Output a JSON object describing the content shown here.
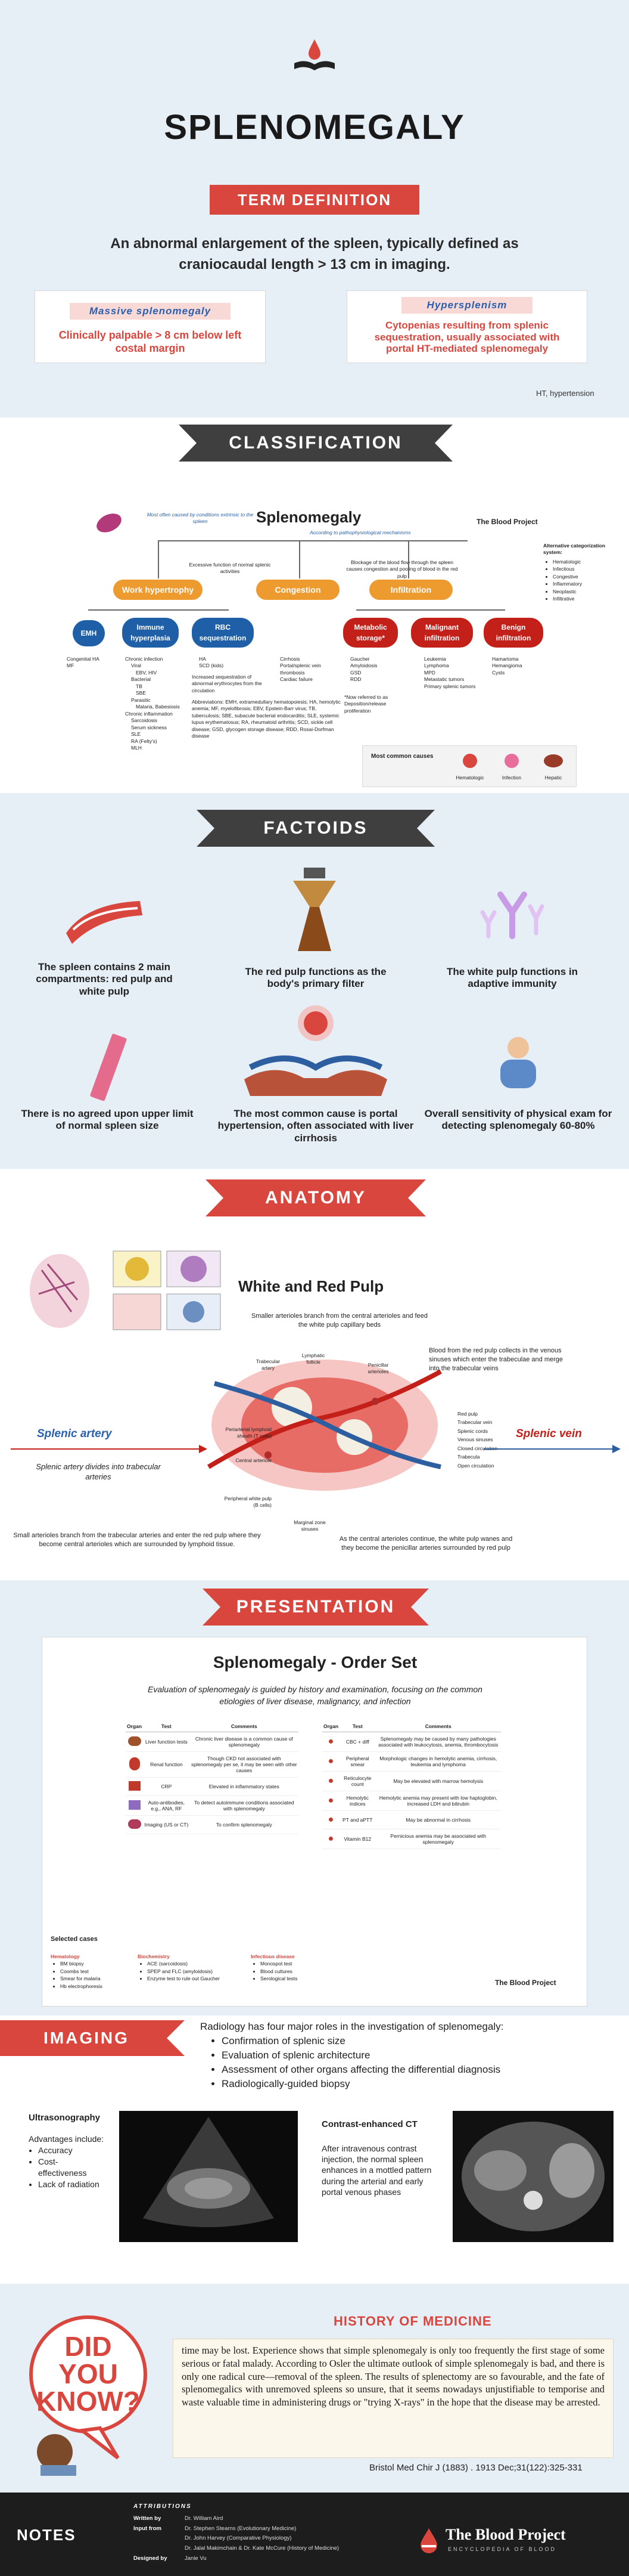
{
  "header": {
    "title": "SPLENOMEGALY"
  },
  "term": {
    "ribbon": "TERM DEFINITION",
    "definition": "An abnormal enlargement of the spleen, typically defined as craniocaudal length > 13 cm in imaging.",
    "massive_title": "Massive splenomegaly",
    "massive_text": "Clinically palpable > 8 cm below left costal margin",
    "hyper_title": "Hypersplenism",
    "hyper_text": "Cytopenias resulting from splenic sequestration, usually associated with portal HT-mediated splenomegaly",
    "footnote": "HT, hypertension"
  },
  "classification": {
    "ribbon": "CLASSIFICATION",
    "title": "Splenomegaly",
    "subtitle": "According to pathophysiological mechanisms",
    "note_left": "Most often caused by conditions extrinsic to the spleen",
    "brand": "The Blood Project",
    "mechanisms": [
      "Work hypertrophy",
      "Congestion",
      "Infiltration"
    ],
    "mech_notes": [
      "Excessive function of normal splenic activities",
      "Blockage of the blood flow through the spleen causes congestion and pooling of blood in the red pulp"
    ],
    "sub_blue": [
      "EMH",
      "Immune hyperplasia",
      "RBC sequestration"
    ],
    "sub_red": [
      "Metabolic storage*",
      "Malignant infiltration",
      "Benign infiltration"
    ],
    "emh_list": [
      "Congenital HA",
      "MF"
    ],
    "immune_list": [
      "Chronic infection",
      "Viral",
      "EBV, HIV",
      "Bacterial",
      "TB",
      "SBE",
      "Parasitic",
      "Malaria, Babesiosis",
      "Chronic inflammation",
      "Sarcoidosis",
      "Serum sickness",
      "SLE",
      "RA (Felty's)",
      "MLH"
    ],
    "rbc_list": [
      "HA",
      "SCD (kids)"
    ],
    "rbc_note": "Increased sequestration of abnormal erythrocytes from the circulation",
    "cong_list": [
      "Cirrhosis",
      "Portal/splenic vein thrombosis",
      "Cardiac failure"
    ],
    "meta_list": [
      "Gaucher",
      "Amyloidosis",
      "GSD",
      "RDD"
    ],
    "meta_note": "*Now referred to as Deposition/release proliferation",
    "malig_list": [
      "Leukemia",
      "Lymphoma",
      "MPD",
      "Metastatic tumors",
      "Primary splenic tumors"
    ],
    "benign_list": [
      "Hamartoma",
      "Hemangioma",
      "Cysts"
    ],
    "abbrev": "Abbreviations: EMH, extramedullary hematopoiesis; HA, hemolytic anemia; MF, myelofibrosis; EBV, Epstein-Barr virus; TB, tuberculosis; SBE, subacute bacterial endocarditis; SLE, systemic lupus erythematosus; RA, rheumatoid arthritis; SCD, sickle cell disease; GSD, glycogen storage disease; RDD, Rosai-Dorfman disease",
    "alt_title": "Alternative categorization system:",
    "alt_list": [
      "Hematologic",
      "Infectious",
      "Congestive",
      "Inflammatory",
      "Neoplastic",
      "Infiltrative"
    ],
    "common_title": "Most common causes",
    "common_list": [
      "Hematologic",
      "Infection",
      "Hepatic"
    ]
  },
  "factoids": {
    "ribbon": "FACTOIDS",
    "items": [
      "The spleen contains 2 main compartments: red pulp and white pulp",
      "The red pulp functions as the body's primary filter",
      "The white pulp functions in adaptive immunity",
      "There is no agreed upon upper limit of normal spleen size",
      "The most common cause is portal hypertension, often associated with liver cirrhosis",
      "Overall sensitivity of physical exam for detecting splenomegaly 60-80%"
    ]
  },
  "anatomy": {
    "ribbon": "ANATOMY",
    "title": "White and Red Pulp",
    "top_text": "Smaller arterioles branch from the central arterioles and feed the white pulp capillary beds",
    "right_text": "Blood from the red pulp collects in the venous sinuses which enter the trabeculae and merge into the trabecular veins",
    "artery_label": "Splenic artery",
    "artery_text": "Splenic artery divides into trabecular arteries",
    "vein_label": "Splenic vein",
    "bottom_left": "Small arterioles branch from the trabecular arteries and enter the red pulp where they become central arterioles which are surrounded by lymphoid tissue.",
    "bottom_right": "As the central arterioles continue, the white pulp wanes and they become the penicillar arteries surrounded by red pulp",
    "labels_left": [
      "Trabecular artery",
      "Lymphatic follicle",
      "Periarterial lymphoid sheath (T cells)",
      "Central arteriole",
      "Peripheral white pulp (B cells)"
    ],
    "labels_mid": [
      "Marginal zone sinuses",
      "Penicillar arterioles"
    ],
    "labels_right": [
      "Red pulp",
      "Trabecular vein",
      "Splenic cords",
      "Venous sinuses",
      "Closed circulation",
      "Trabecula",
      "Open circulation"
    ]
  },
  "presentation": {
    "ribbon": "PRESENTATION",
    "title": "Splenomegaly - Order Set",
    "subtitle": "Evaluation of splenomegaly is guided by history and examination, focusing on the common etiologies of liver disease, malignancy, and infection",
    "left_headers": [
      "Organ",
      "Test",
      "Comments"
    ],
    "left_rows": [
      [
        "Liver function tests",
        "Chronic liver disease is a common cause of splenomegaly"
      ],
      [
        "Renal function",
        "Though CKD not associated with splenomegaly per se, it may be seen with other causes"
      ],
      [
        "CRP",
        "Elevated in inflammatory states"
      ],
      [
        "Auto-antibodies, e.g., ANA, RF",
        "To detect autoimmune conditions associated with splenomegaly"
      ],
      [
        "Imaging (US or CT)",
        "To confirm splenomegaly"
      ]
    ],
    "right_rows": [
      [
        "CBC + diff",
        "Splenomegaly may be caused by many pathologies associated with leukocytosis, anemia, thrombocytosis"
      ],
      [
        "Peripheral smear",
        "Morphologic changes in hemolytic anemia, cirrhosis, leukemia and lymphoma"
      ],
      [
        "Reticulocyte count",
        "May be elevated with marrow hemolysis"
      ],
      [
        "Hemolytic indices",
        "Hemolytic anemia may present with low haptoglobin, increased LDH and bilirubin"
      ],
      [
        "PT and aPTT",
        "May be abnormal in cirrhosis"
      ],
      [
        "Vitamin B12",
        "Pernicious anemia may be associated with splenomegaly"
      ]
    ],
    "selected_title": "Selected cases",
    "cases": [
      {
        "title": "Hematology",
        "items": [
          "BM biopsy",
          "Coombs test",
          "Smear for malaria",
          "Hb electrophoresis"
        ]
      },
      {
        "title": "Biochemistry",
        "items": [
          "ACE (sarcoidosis)",
          "SPEP and FLC (amyloidosis)",
          "Enzyme test to rule out Gaucher"
        ]
      },
      {
        "title": "Infectious disease",
        "items": [
          "Monospot test",
          "Blood cultures",
          "Serological tests"
        ]
      }
    ]
  },
  "imaging": {
    "ribbon": "IMAGING",
    "intro": "Radiology has four major roles in the investigation of splenomegaly:",
    "roles": [
      "Confirmation of splenic size",
      "Evaluation of splenic architecture",
      "Assessment of other organs affecting the differential diagnosis",
      "Radiologically-guided biopsy"
    ],
    "us_title": "Ultrasonography",
    "us_adv": "Advantages include:",
    "us_list": [
      "Accuracy",
      "Cost-effectiveness",
      "Lack of radiation"
    ],
    "ct_title": "Contrast-enhanced CT",
    "ct_text": "After intravenous contrast injection, the normal spleen enhances in a mottled pattern during the arterial and early portal venous phases"
  },
  "history": {
    "title": "HISTORY OF MEDICINE",
    "bubble": [
      "DID",
      "YOU",
      "KNOW?"
    ],
    "quote": "time may be lost. Experience shows that simple splenomegaly is only too frequently the first stage of some serious or fatal malady. According to Osler the ultimate outlook of simple splenomegaly is bad, and there is only one radical cure—removal of the spleen. The results of splenectomy are so favourable, and the fate of splenomegalics with unremoved spleens so unsure, that it seems nowadays unjustifiable to temporise and waste valuable time in administering drugs or \"trying X-rays\" in the hope that the disease may be arrested.",
    "citation": "Bristol Med Chir J (1883) . 1913 Dec;31(122):325-331"
  },
  "notes": {
    "label": "NOTES",
    "attrib_title": "ATTRIBUTIONS",
    "rows": [
      {
        "k": "Written by",
        "v": "Dr. William Aird"
      },
      {
        "k": "Input from",
        "v": "Dr. Stephen Stearns (Evolutionary Medicine)"
      },
      {
        "k": "",
        "v": "Dr. John Harvey (Comparative Physiology)"
      },
      {
        "k": "",
        "v": "Dr. Jalal Makimchain & Dr. Kate McCure (History of Medicine)"
      },
      {
        "k": "Designed by",
        "v": "Janie Vu"
      }
    ],
    "brand": "The Blood Project",
    "brand_sub": "ENCYCLOPEDIA OF BLOOD"
  },
  "colors": {
    "accent": "#d8463e",
    "dark": "#3f3f3f",
    "light_bg": "#e6eef6",
    "blue": "#1f5fa8"
  }
}
